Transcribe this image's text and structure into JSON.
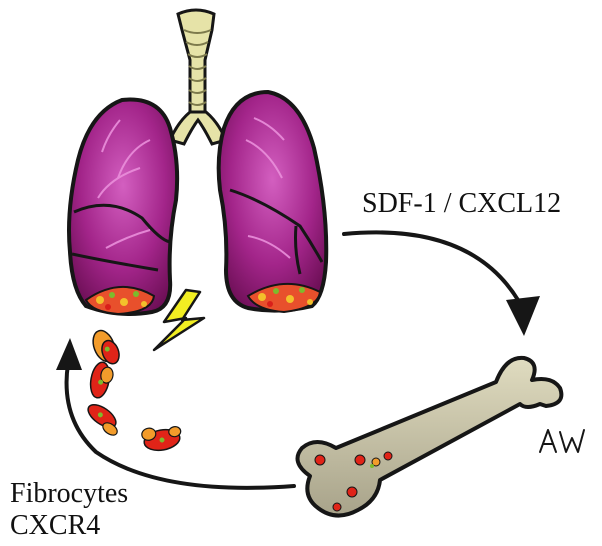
{
  "labels": {
    "signal": "SDF-1 / CXCL12",
    "cells_line1": "Fibrocytes",
    "cells_line2": "CXCR4",
    "signature": "AW"
  },
  "icons": {
    "organ": "lungs-icon",
    "injury": "lightning-bolt-icon",
    "bone": "bone-icon",
    "cells": "fibrocyte-cluster-icon"
  },
  "colors": {
    "lung_fill": "#9b1a7c",
    "lung_highlight": "#e27ad0",
    "trachea": "#e6e3a8",
    "bone_fill": "#ccc7a4",
    "bolt": "#f2ee22",
    "cells_red": "#e02418",
    "cells_orange": "#f39c2b",
    "cells_green": "#7dbb2c",
    "outline": "#161616"
  }
}
